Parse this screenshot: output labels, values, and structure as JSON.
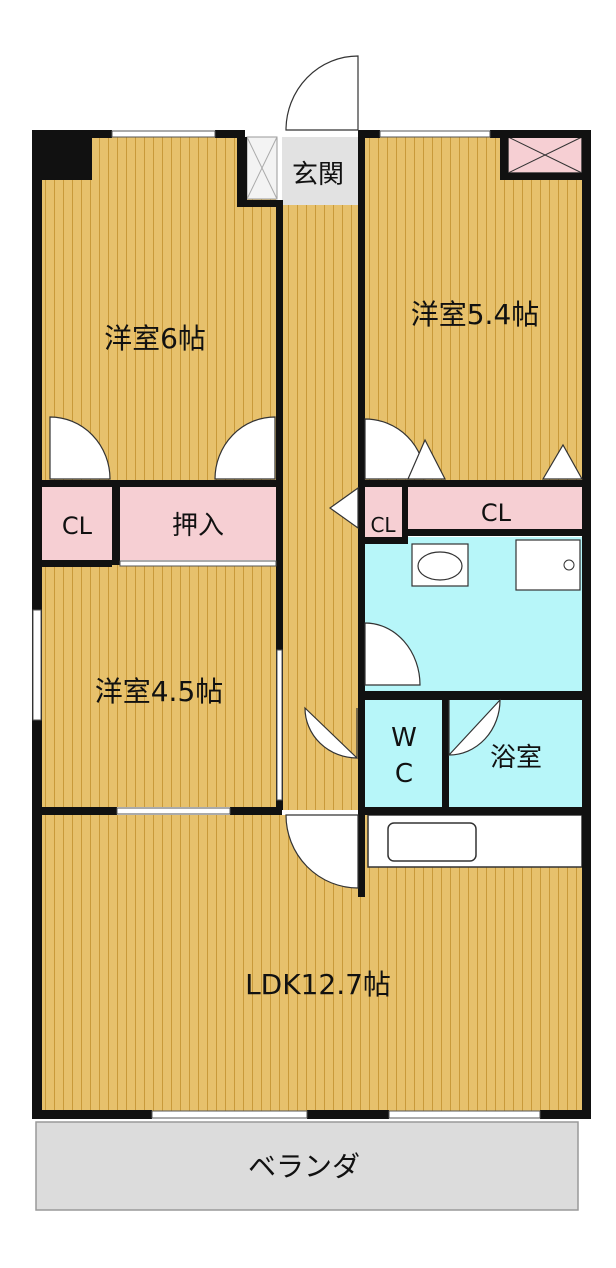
{
  "rooms": {
    "western_6": "洋室6帖",
    "western_5_4": "洋室5.4帖",
    "western_4_5": "洋室4.5帖",
    "ldk": "LDK12.7帖",
    "entrance": "玄関",
    "closet_left": "CL",
    "oshiire": "押入",
    "closet_mid": "CL",
    "closet_right": "CL",
    "wc_w": "W",
    "wc_c": "C",
    "bath": "浴室",
    "veranda": "ベランダ"
  },
  "colors": {
    "floor_wood": "#e7c16c",
    "floor_line": "#c99a3a",
    "closet": "#f6cfd3",
    "wet_area": "#b7f6f9",
    "entrance_floor": "#e2e2e2",
    "veranda": "#dcdcdc",
    "wall": "#111111"
  }
}
